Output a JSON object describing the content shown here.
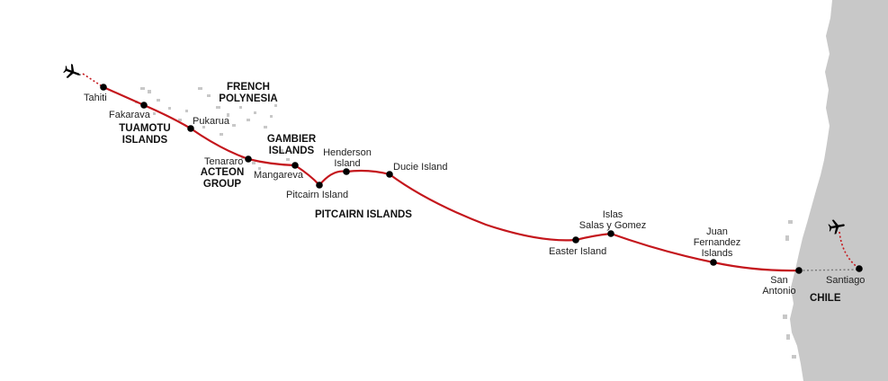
{
  "colors": {
    "route": "#c4161c",
    "land": "#c8c8c8",
    "stop": "#000000"
  },
  "icons": [
    "plane-icon-start",
    "plane-icon-end"
  ],
  "stops": {
    "tahiti": "Tahiti",
    "fakarava": "Fakarava",
    "pukarua": "Pukarua",
    "tenararo": "Tenararo",
    "mangareva": "Mangareva",
    "pitcairn": "Pitcairn Island",
    "henderson_1": "Henderson",
    "henderson_2": "Island",
    "ducie": "Ducie Island",
    "easter": "Easter Island",
    "salas_1": "Islas",
    "salas_2": "Salas y Gomez",
    "juan_1": "Juan",
    "juan_2": "Fernandez",
    "juan_3": "Islands",
    "san_antonio_1": "San",
    "san_antonio_2": "Antonio",
    "santiago": "Santiago"
  },
  "regions": {
    "french_polynesia_1": "FRENCH",
    "french_polynesia_2": "POLYNESIA",
    "tuamotu_1": "TUAMOTU",
    "tuamotu_2": "ISLANDS",
    "gambier_1": "GAMBIER",
    "gambier_2": "ISLANDS",
    "acteon_1": "ACTEON",
    "acteon_2": "GROUP",
    "pitcairn_islands": "PITCAIRN ISLANDS",
    "chile": "CHILE"
  }
}
